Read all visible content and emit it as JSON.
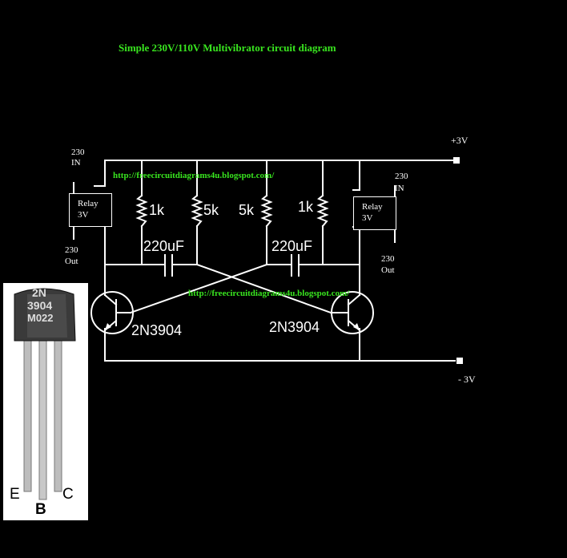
{
  "title": "Simple 230V/110V Multivibrator circuit diagram",
  "supply": {
    "positive": "+3V",
    "negative": "- 3V"
  },
  "urls": {
    "top": "http://freecircuitdiagrams4u.blogspot.com/",
    "middle": "http://freecircuitdiagrams4u.blogspot.com/"
  },
  "relay_left": {
    "line1": "Relay",
    "line2": "3V",
    "in_num": "230",
    "in_label": "IN",
    "out_num": "230",
    "out_label": "Out"
  },
  "relay_right": {
    "line1": "Relay",
    "line2": "3V",
    "in_num": "230",
    "in_label": "IN",
    "out_num": "230",
    "out_label": "Out"
  },
  "resistors": [
    "1k",
    "5k",
    "5k",
    "1k"
  ],
  "capacitors": [
    "220uF",
    "220uF"
  ],
  "transistors": [
    "2N3904",
    "2N3904"
  ],
  "photo": {
    "marking_line1": "2N",
    "marking_line2": "3904",
    "marking_line3": "M022",
    "pin_e": "E",
    "pin_b": "B",
    "pin_c": "C"
  },
  "colors": {
    "background": "#000000",
    "wire": "#ffffff",
    "accent_green": "#39e61f"
  }
}
